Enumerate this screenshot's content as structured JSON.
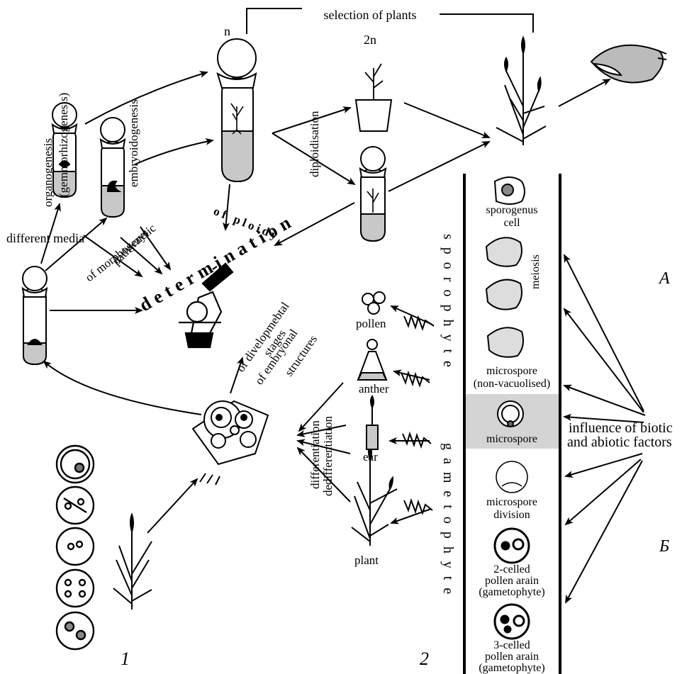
{
  "labels": {
    "selection": "selection of plants",
    "haploid": "n",
    "diploid": "2n",
    "organogenesis_1": "organogenesis",
    "organogenesis_2": "(gemmorhizogenesis)",
    "embryoidogenesis": "embryoidogenesis",
    "diploidisation": "diploidisation",
    "different_media": "different media",
    "morpho_1": "of morphogenetic",
    "morpho_2": "pathways",
    "ploidy": "of ploidy",
    "determination": "determination",
    "dev_1": "of divelopmebtal",
    "dev_2": "stages",
    "dev_3": "of embryonal",
    "dev_4": "structures",
    "pollen": "pollen",
    "anther": "anther",
    "ear": "ear",
    "plant": "plant",
    "differentiation": "differentiation",
    "dedifferentiation": "dedifferentiation",
    "sporophyte": "sporophyte",
    "gametophyte": "gametophyte",
    "sporogenus_1": "sporogenus",
    "sporogenus_2": "cell",
    "meiosis": "meiosis",
    "microspore_nv_1": "microspore",
    "microspore_nv_2": "(non-vacuolised)",
    "microspore": "microspore",
    "microspore_div_1": "microspore",
    "microspore_div_2": "division",
    "two_cell_1": "2-celled",
    "two_cell_2": "pollen arain",
    "two_cell_3": "(gametophyte)",
    "three_cell_1": "3-celled",
    "three_cell_2": "pollen arain",
    "three_cell_3": "(gametophyte)",
    "influence_1": "influence of biotic",
    "influence_2": "and abiotic factors",
    "panel_A": "A",
    "panel_B": "Б",
    "panel_1": "1",
    "panel_2": "2"
  },
  "colors": {
    "ink": "#000000",
    "medium_fill": "#c8c8c8",
    "highlight_band": "#d4d4d4"
  }
}
